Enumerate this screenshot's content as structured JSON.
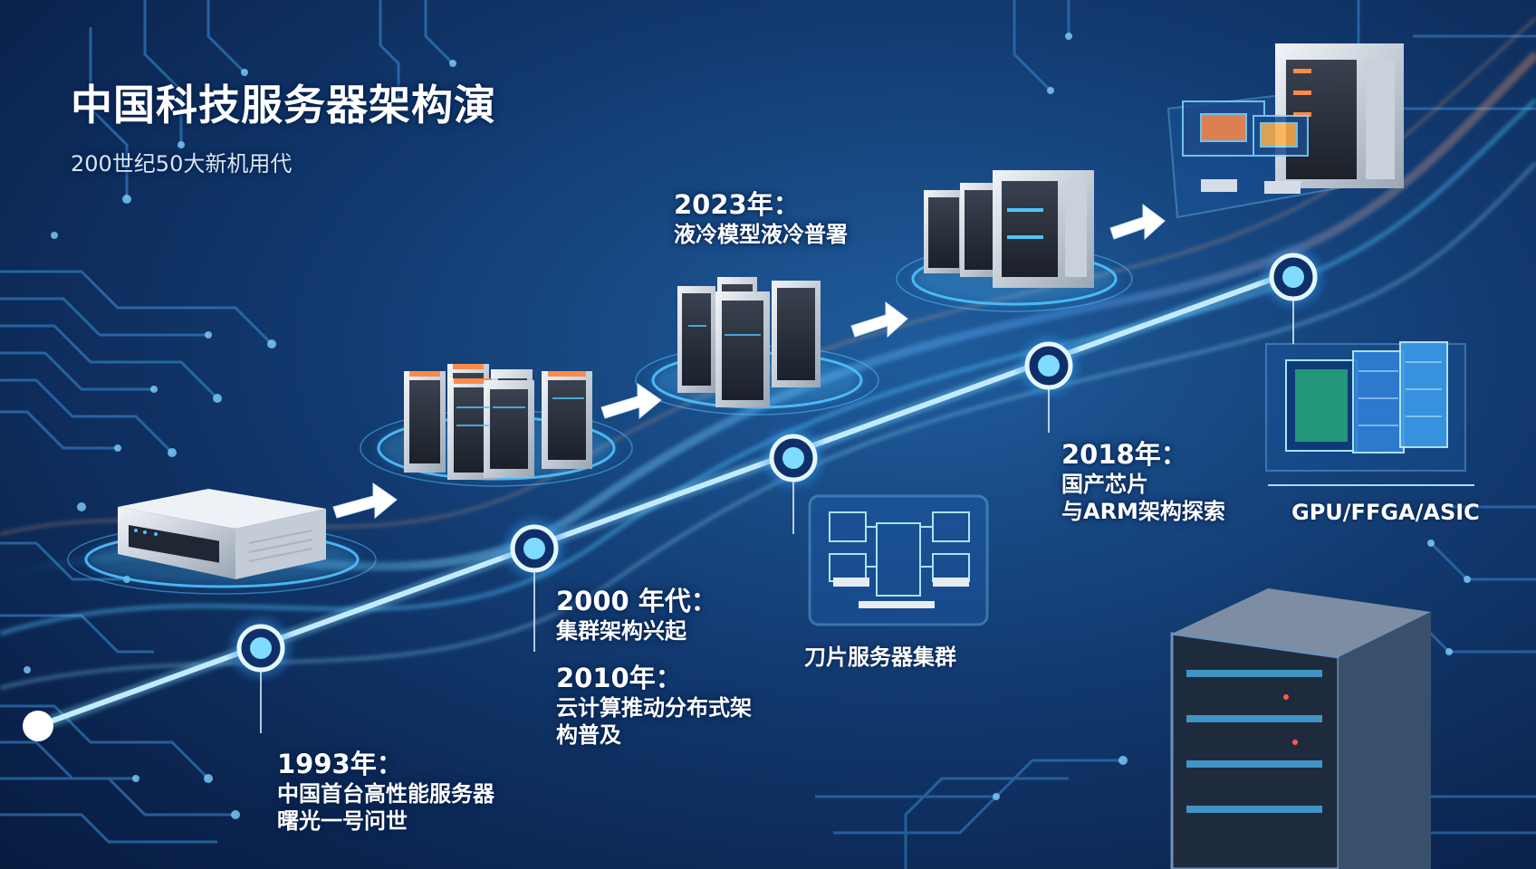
{
  "title": "中国科技服务器架构演",
  "subtitle": "200世纪50大新机用代",
  "colors": {
    "accent": "#4fc3ff",
    "background": "#123a70",
    "glow": "#7fd8ff"
  },
  "milestones": [
    {
      "year": "1993年：",
      "lines": [
        "中国首台高性能服务器",
        "曙光一号问世"
      ]
    },
    {
      "year": "2000 年代：",
      "lines": [
        "集群架构兴起"
      ]
    },
    {
      "year": "2010年：",
      "lines": [
        "云计算推动分布式架",
        "构普及"
      ]
    },
    {
      "year": "2018年：",
      "lines": [
        "国产芯片",
        "与ARM架构探索"
      ]
    },
    {
      "year": "2023年：",
      "lines": [
        "液冷模型液冷普署"
      ]
    }
  ],
  "labels": {
    "blade": "刀片服务器集群",
    "chips": "GPU/FFGA/ASIC"
  }
}
